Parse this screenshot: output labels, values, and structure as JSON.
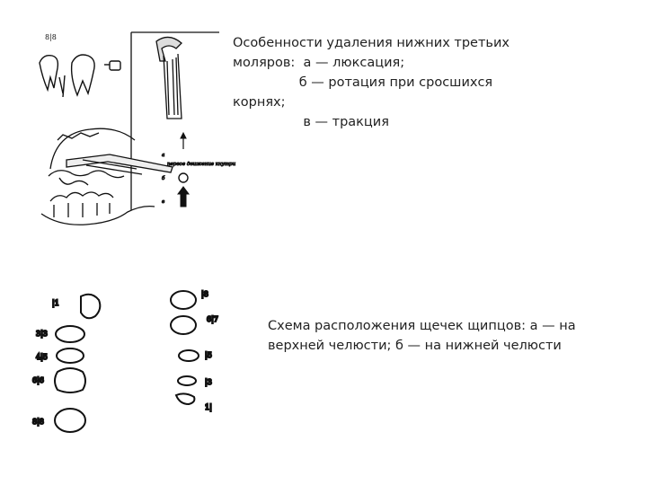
{
  "caption_top": {
    "line1": "Особенности удаления нижних третьих",
    "line2": "моляров:  а — люксация;",
    "line3": "                б — ротация при сросшихся",
    "line4": "корнях;",
    "line5": "                 в — тракция"
  },
  "caption_bottom": {
    "line1": "Схема расположения щечек щипцов: а — на",
    "line2": "верхней челюсти; б — на нижней челюсти"
  },
  "figure_top": {
    "tooth_label": "8|8",
    "arrow_a_label": "а",
    "arrow_a_note": "первое движение кнутри",
    "arrow_b_label": "б",
    "arrow_c_label": "в"
  },
  "figure_bottom": {
    "left_labels": [
      "|1",
      "3|3",
      "4|5",
      "6|6",
      "8|8"
    ],
    "right_labels": [
      "|8",
      "6|7",
      "|5",
      "|3",
      "1|"
    ]
  }
}
